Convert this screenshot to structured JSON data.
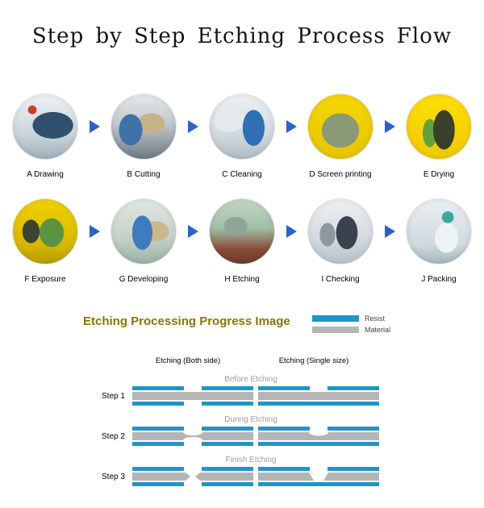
{
  "page": {
    "title": "Step by Step Etching Process Flow"
  },
  "process": {
    "arrow_color": "#2d62c8",
    "steps": [
      {
        "id": "A",
        "label": "A Drawing",
        "photo_alt": "engineer drawing design at computer monitors"
      },
      {
        "id": "B",
        "label": "B Cutting",
        "photo_alt": "worker operating metal cutting machine"
      },
      {
        "id": "C",
        "label": "C Cleaning",
        "photo_alt": "worker in blue coat at cleaning line"
      },
      {
        "id": "D",
        "label": "D Screen printing",
        "photo_alt": "yellow-lit screen printing machine"
      },
      {
        "id": "E",
        "label": "E Drying",
        "photo_alt": "worker at drying oven in yellow room"
      },
      {
        "id": "F",
        "label": "F Exposure",
        "photo_alt": "yellow-lit exposure equipment"
      },
      {
        "id": "G",
        "label": "G Developing",
        "photo_alt": "worker at developing machine"
      },
      {
        "id": "H",
        "label": "H Etching",
        "photo_alt": "etching production line in factory"
      },
      {
        "id": "I",
        "label": "I Checking",
        "photo_alt": "inspector at measuring machine"
      },
      {
        "id": "J",
        "label": "J Packing",
        "photo_alt": "worker in white coat packing product"
      }
    ]
  },
  "diagram": {
    "heading": "Etching Processing Progress Image",
    "legend": [
      {
        "label": "Resist",
        "color": "#2095c8"
      },
      {
        "label": "Material",
        "color": "#b5b5b5"
      }
    ],
    "columns": [
      "Etching (Both side)",
      "Etching (Single size)"
    ],
    "rows": [
      {
        "step": "Step 1",
        "phase": "Before Etching"
      },
      {
        "step": "Step 2",
        "phase": "During Etching"
      },
      {
        "step": "Step 3",
        "phase": "Finish Etching"
      }
    ]
  }
}
